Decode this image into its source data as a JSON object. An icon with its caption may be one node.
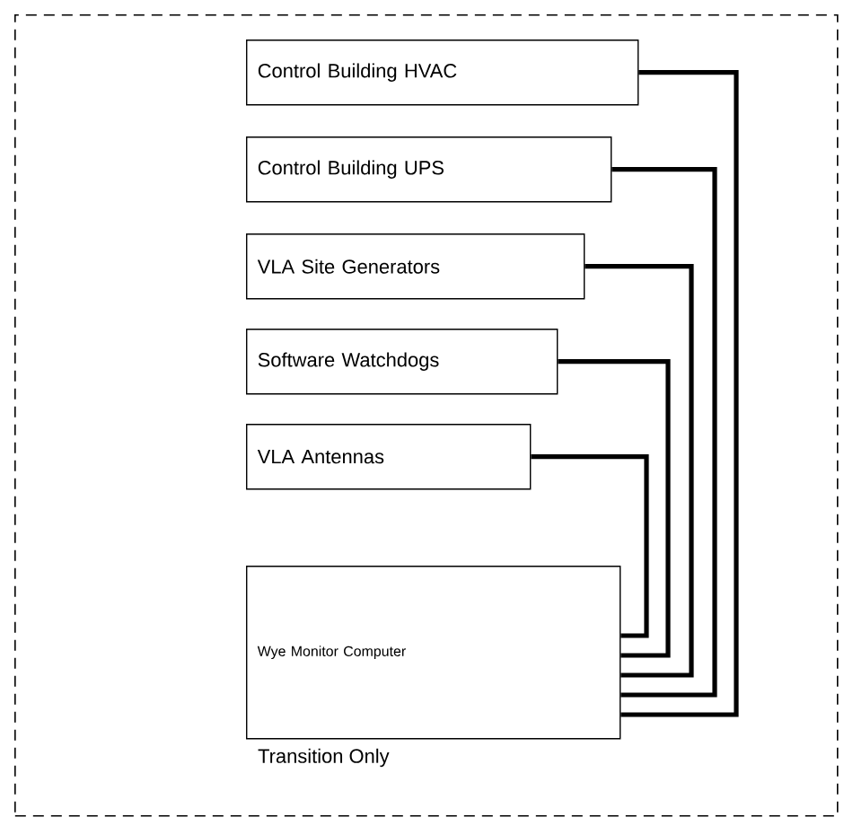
{
  "diagram": {
    "nodes": [
      {
        "text": [
          "Transition Only"
        ]
      },
      {
        "text": [
          "Control Building HVAC"
        ],
        "in": 0
      },
      {
        "text": [
          "Control Building UPS"
        ],
        "in": 0
      },
      {
        "text": [
          "VLA Site Generators"
        ],
        "in": 0
      },
      {
        "text": [
          "Software Watchdogs"
        ],
        "in": 0
      },
      {
        "text": [
          "VLA Antennas"
        ],
        "in": 0
      },
      {
        "text": [
          "Wye Monitor Computer"
        ],
        "in": 0
      }
    ],
    "edges": [
      {
        "from": 1,
        "to": 6,
        "arrow": "none"
      },
      {
        "from": 2,
        "to": 6,
        "arrow": "none"
      },
      {
        "from": 3,
        "to": 6,
        "arrow": "none"
      },
      {
        "from": 4,
        "to": 6,
        "arrow": "none"
      },
      {
        "from": 5,
        "to": 6,
        "arrow": "none"
      }
    ]
  }
}
